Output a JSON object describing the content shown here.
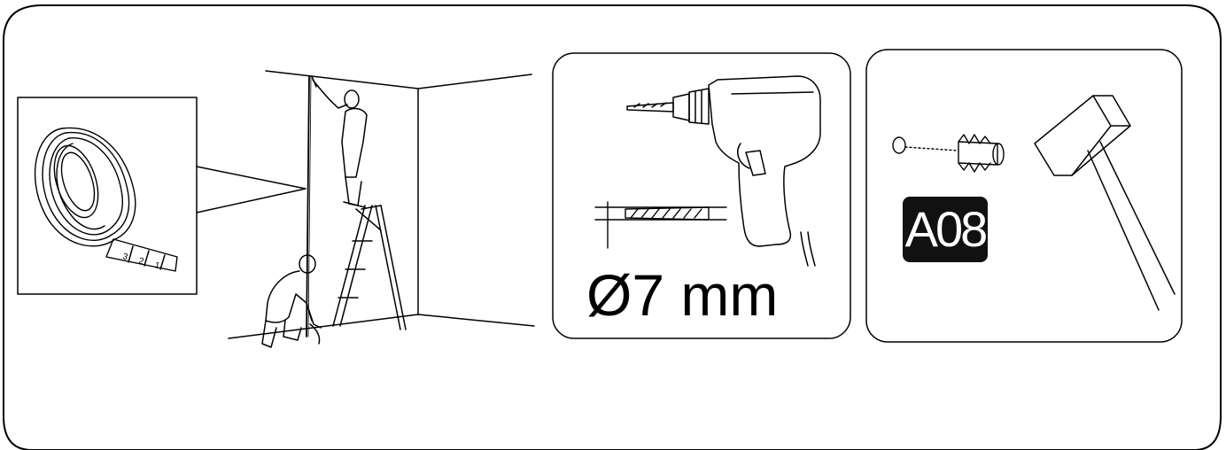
{
  "tape_numbers": [
    "3",
    "2",
    "1"
  ],
  "drill": {
    "diameter_label": "Ø7 mm"
  },
  "part": {
    "code": "A08"
  },
  "icons": {
    "tape": "measuring-tape-icon",
    "people": "measuring-people-illustration",
    "drill": "electric-drill-icon",
    "bit": "drill-bit-icon",
    "anchor": "wall-plug-icon",
    "hammer": "hammer-icon"
  },
  "colors": {
    "line": "#000000",
    "badge": "#111111",
    "badge_text": "#ffffff"
  }
}
